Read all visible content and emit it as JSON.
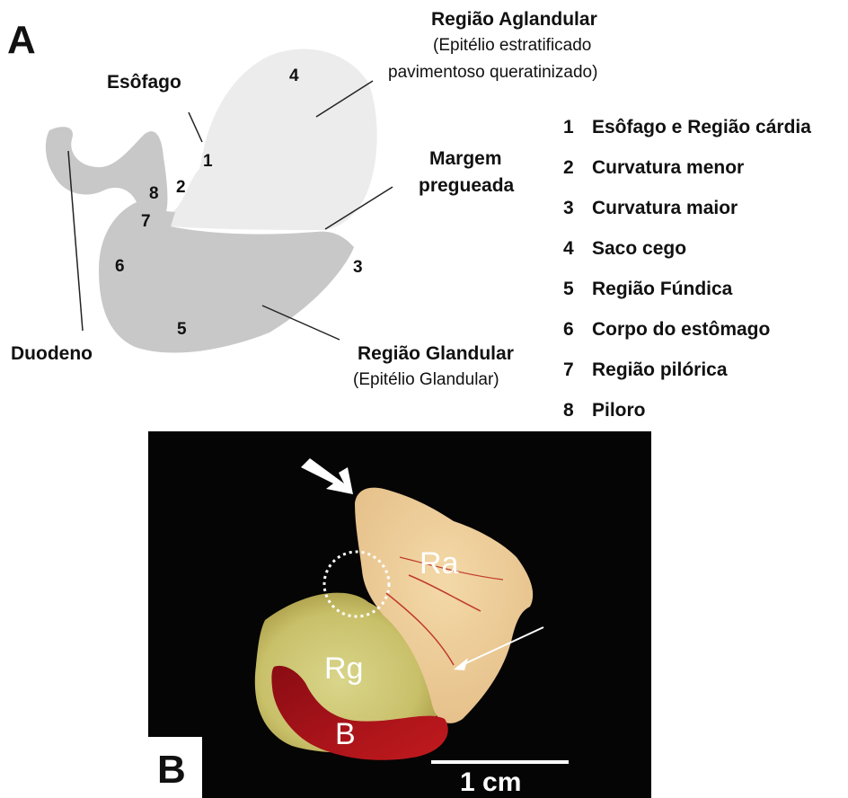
{
  "panel_a": {
    "letter": "A",
    "labels": {
      "esofago": "Esôfago",
      "regiao_aglandular_title": "Região Aglandular",
      "regiao_aglandular_sub1": "(Epitélio estratificado",
      "regiao_aglandular_sub2": "pavimentoso queratinizado)",
      "margem_line1": "Margem",
      "margem_line2": "pregueada",
      "duodeno": "Duodeno",
      "regiao_glandular_title": "Região Glandular",
      "regiao_glandular_sub": "(Epitélio Glandular)"
    },
    "region_numbers": [
      "1",
      "2",
      "3",
      "4",
      "5",
      "6",
      "7",
      "8"
    ],
    "legend": [
      {
        "num": "1",
        "text": "Esôfago e Região cárdia"
      },
      {
        "num": "2",
        "text": "Curvatura menor"
      },
      {
        "num": "3",
        "text": "Curvatura maior"
      },
      {
        "num": "4",
        "text": "Saco cego"
      },
      {
        "num": "5",
        "text": "Região Fúndica"
      },
      {
        "num": "6",
        "text": "Corpo do estômago"
      },
      {
        "num": "7",
        "text": "Região pilórica"
      },
      {
        "num": "8",
        "text": "Piloro"
      }
    ],
    "colors": {
      "glandular": "#c8c8c8",
      "aglandular": "#ececec"
    }
  },
  "panel_b": {
    "letter": "B",
    "labels": {
      "ra": "Ra",
      "rg": "Rg",
      "b": "B"
    },
    "scale_bar": "1 cm"
  }
}
